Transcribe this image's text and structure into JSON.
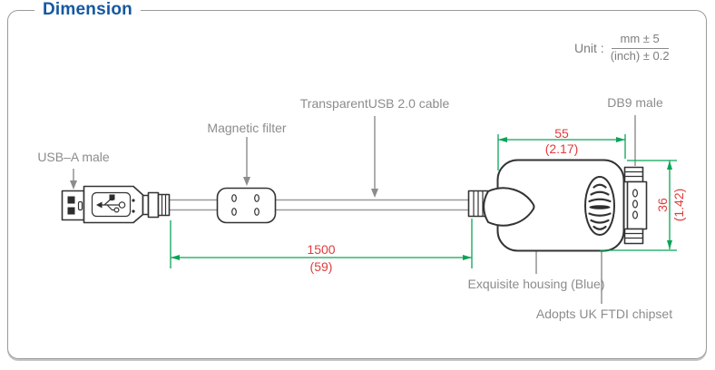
{
  "header": {
    "title": "Dimension"
  },
  "unit": {
    "label": "Unit :",
    "numerator": "mm ± 5",
    "denominator": "(inch) ± 0.2"
  },
  "callouts": {
    "usb_a_male": "USB–A male",
    "magnetic_filter": "Magnetic filter",
    "usb_cable": "TransparentUSB 2.0 cable",
    "db9_male": "DB9 male",
    "housing": "Exquisite housing (Blue)",
    "chipset": "Adopts UK FTDI chipset"
  },
  "dimensions": {
    "width_mm": "55",
    "width_inch": "(2.17)",
    "height_mm": "36",
    "height_inch": "(1.42)",
    "length_mm": "1500",
    "length_inch": "(59)"
  },
  "colors": {
    "title_blue": "#1558a0",
    "dimension_line_green": "#0aa457",
    "dimension_text_red": "#e03c3c",
    "outline_dark": "#333333",
    "label_gray": "#8c8c8c"
  }
}
